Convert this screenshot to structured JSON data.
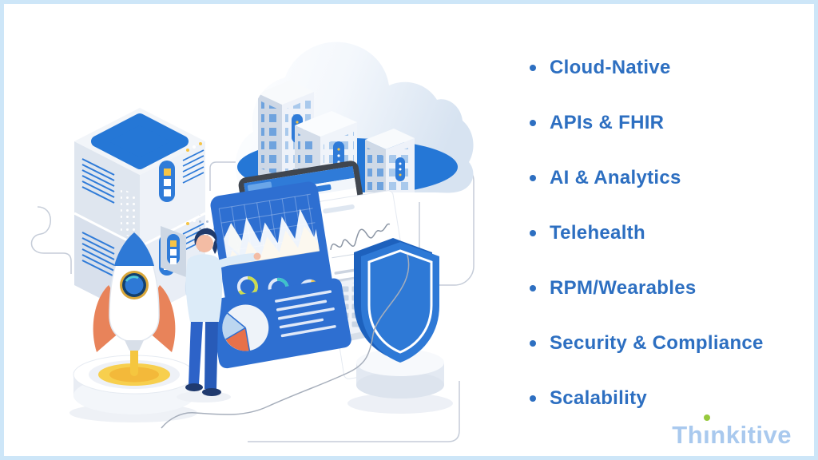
{
  "frame": {
    "background": "#ffffff",
    "border_color": "#cde6f8"
  },
  "features": {
    "text_color": "#2d6fc1",
    "items": [
      "Cloud-Native",
      "APIs & FHIR",
      "AI & Analytics",
      "Telehealth",
      "RPM/Wearables",
      "Security & Compliance",
      "Scalability"
    ]
  },
  "logo": {
    "full_text": "Thinkitive",
    "pre": "Th",
    "i_char": "ı",
    "post": "nkitive",
    "text_color": "#a9c9ee",
    "dot_color": "#97c93d"
  },
  "illustration": {
    "description": "Isometric illustration: cloud data center with server buildings, server rack stack, analyst pointing at a laptop analytics dashboard, blue security shield on a pedestal, rocket launching from a pad, and a pie-chart report card",
    "accent_blue": "#2e79d6",
    "accent_orange": "#e8835a",
    "accent_yellow": "#f5c63f",
    "accent_teal": "#3ec3c9"
  }
}
